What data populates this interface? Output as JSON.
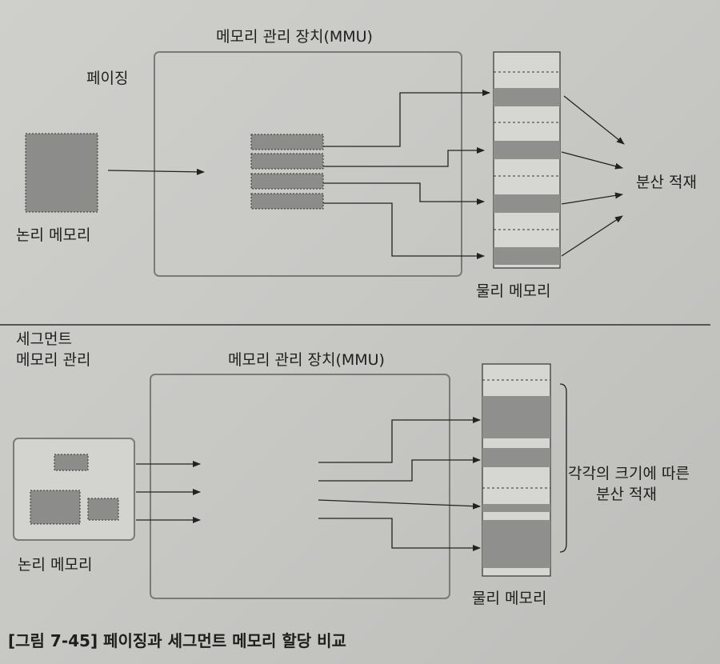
{
  "paging": {
    "title": "페이징",
    "mmu_label": "메모리 관리 장치(MMU)",
    "logical_label": "논리 메모리",
    "physical_label": "물리 메모리",
    "result_label": "분산 적재"
  },
  "segment": {
    "title_line1": "세그먼트",
    "title_line2": "메모리 관리",
    "mmu_label": "메모리 관리 장치(MMU)",
    "logical_label": "논리 메모리",
    "physical_label": "물리 메모리",
    "result_line1": "각각의 크기에 따른",
    "result_line2": "분산 적재"
  },
  "caption": "[그림 7-45] 페이징과 세그먼트 메모리 할당 비교"
}
